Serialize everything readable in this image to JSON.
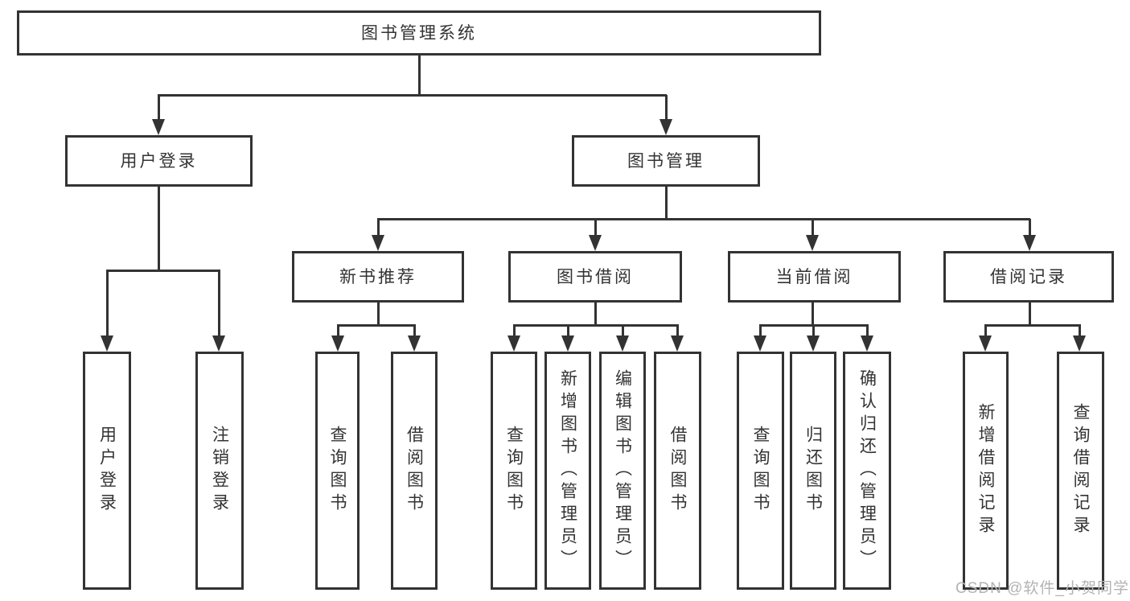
{
  "diagram": {
    "root": {
      "label": "图书管理系统"
    },
    "level2": {
      "user_login": {
        "label": "用户登录"
      },
      "book_mgmt": {
        "label": "图书管理"
      }
    },
    "level3": {
      "new_book_rec": {
        "label": "新书推荐"
      },
      "book_borrow": {
        "label": "图书借阅"
      },
      "current_borrow": {
        "label": "当前借阅"
      },
      "borrow_record": {
        "label": "借阅记录"
      }
    },
    "leaves": {
      "user_login_leaf": {
        "label": "用户登录"
      },
      "logout": {
        "label": "注销登录"
      },
      "query_book_1": {
        "label": "查询图书"
      },
      "borrow_book_1": {
        "label": "借阅图书"
      },
      "query_book_2": {
        "label": "查询图书"
      },
      "add_book_admin": {
        "label": "新增图书（管理员）"
      },
      "edit_book_admin": {
        "label": "编辑图书（管理员）"
      },
      "borrow_book_2": {
        "label": "借阅图书"
      },
      "query_book_3": {
        "label": "查询图书"
      },
      "return_book": {
        "label": "归还图书"
      },
      "confirm_return_admin": {
        "label": "确认归还（管理员）"
      },
      "add_borrow_record": {
        "label": "新增借阅记录"
      },
      "query_borrow_record": {
        "label": "查询借阅记录"
      }
    },
    "watermark": "CSDN @软件_小贺同学",
    "colors": {
      "line": "#333333",
      "box_border": "#333333",
      "box_fill": "#ffffff",
      "text": "#333333",
      "watermark": "#b3b3b3",
      "background": "#ffffff"
    }
  }
}
